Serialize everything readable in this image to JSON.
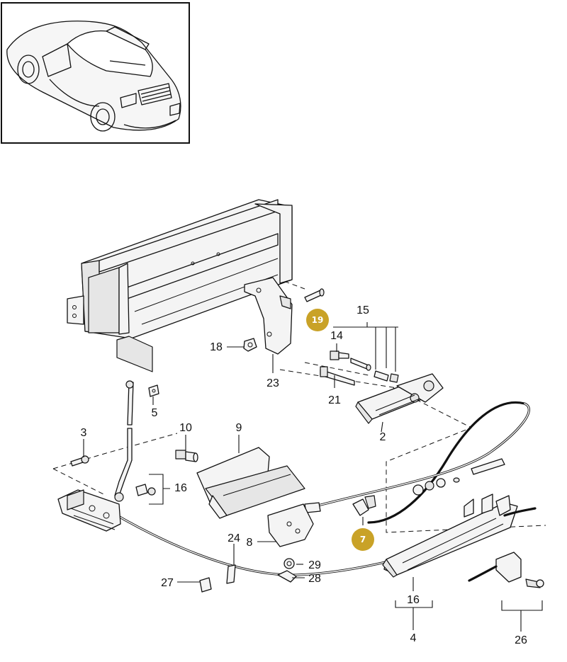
{
  "diagram": {
    "thumbnail": {
      "subject": "convertible-car"
    },
    "highlight_color": "#c9a227",
    "callouts": [
      {
        "id": "c2",
        "text": "2",
        "highlighted": false
      },
      {
        "id": "c3",
        "text": "3",
        "highlighted": false
      },
      {
        "id": "c4",
        "text": "4",
        "highlighted": false
      },
      {
        "id": "c5",
        "text": "5",
        "highlighted": false
      },
      {
        "id": "c7",
        "text": "7",
        "highlighted": true
      },
      {
        "id": "c8",
        "text": "8",
        "highlighted": false
      },
      {
        "id": "c9",
        "text": "9",
        "highlighted": false
      },
      {
        "id": "c10",
        "text": "10",
        "highlighted": false
      },
      {
        "id": "c14",
        "text": "14",
        "highlighted": false
      },
      {
        "id": "c15",
        "text": "15",
        "highlighted": false
      },
      {
        "id": "c16a",
        "text": "16",
        "highlighted": false
      },
      {
        "id": "c16b",
        "text": "16",
        "highlighted": false
      },
      {
        "id": "c18",
        "text": "18",
        "highlighted": false
      },
      {
        "id": "c19",
        "text": "19",
        "highlighted": true
      },
      {
        "id": "c21",
        "text": "21",
        "highlighted": false
      },
      {
        "id": "c23",
        "text": "23",
        "highlighted": false
      },
      {
        "id": "c24",
        "text": "24",
        "highlighted": false
      },
      {
        "id": "c26",
        "text": "26",
        "highlighted": false
      },
      {
        "id": "c27",
        "text": "27",
        "highlighted": false
      },
      {
        "id": "c28",
        "text": "28",
        "highlighted": false
      },
      {
        "id": "c29",
        "text": "29",
        "highlighted": false
      }
    ]
  }
}
